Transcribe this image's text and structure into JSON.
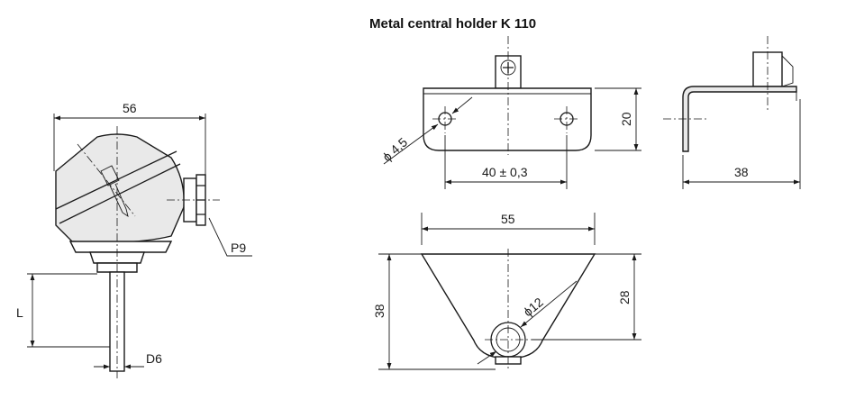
{
  "title": "Metal central holder K 110",
  "labels": {
    "head_width": "56",
    "p9": "P9",
    "length": "L",
    "d6": "D6",
    "hole_dia": "ϕ 4,5",
    "height_20": "20",
    "spacing": "40 ± 0,3",
    "side_width": "38",
    "bottom_width": "55",
    "bottom_height": "38",
    "hole_12": "ϕ12",
    "height_28": "28"
  }
}
